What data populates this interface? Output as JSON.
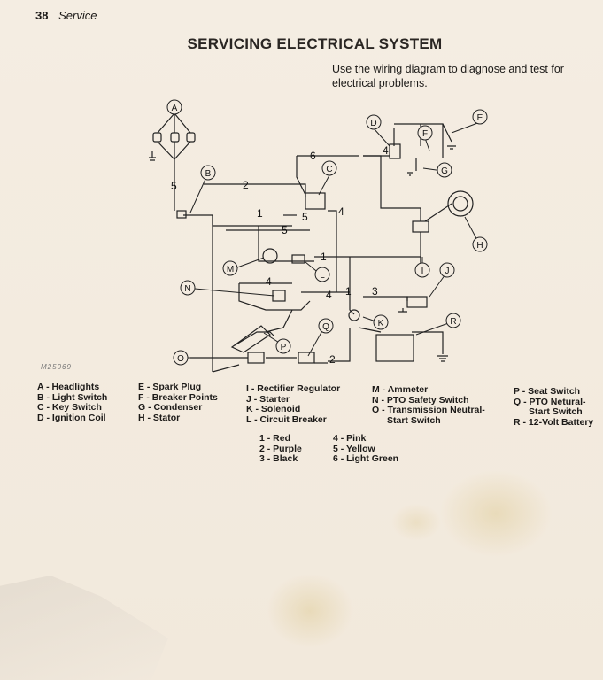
{
  "header": {
    "page_number": "38",
    "section": "Service"
  },
  "title": "SERVICING ELECTRICAL SYSTEM",
  "intro": "Use the wiring diagram to diagnose and test for electrical problems.",
  "figure_code": "M25069",
  "component_letters": [
    "A",
    "B",
    "C",
    "D",
    "E",
    "F",
    "G",
    "H",
    "I",
    "J",
    "K",
    "L",
    "M",
    "N",
    "O",
    "P",
    "Q",
    "R"
  ],
  "wire_numbers": [
    "1",
    "2",
    "3",
    "4",
    "5",
    "6"
  ],
  "legend": {
    "col1": [
      "A - Headlights",
      "B - Light Switch",
      "C - Key Switch",
      "D - Ignition Coil"
    ],
    "col2": [
      "E - Spark Plug",
      "F - Breaker Points",
      "G - Condenser",
      "H - Stator"
    ],
    "col3": [
      "I - Rectifier Regulator",
      "J - Starter",
      "K - Solenoid",
      "L - Circuit Breaker"
    ],
    "col4": [
      "M - Ammeter",
      "N - PTO Safety Switch",
      "O - Transmission Neutral-",
      "Start Switch"
    ],
    "col5": [
      "P - Seat Switch",
      "Q - PTO Netural-",
      "Start Switch",
      "R - 12-Volt Battery"
    ]
  },
  "wire_colors": {
    "left": [
      "1 - Red",
      "2 - Purple",
      "3 - Black"
    ],
    "right": [
      "4 - Pink",
      "5 - Yellow",
      "6 - Light Green"
    ]
  }
}
